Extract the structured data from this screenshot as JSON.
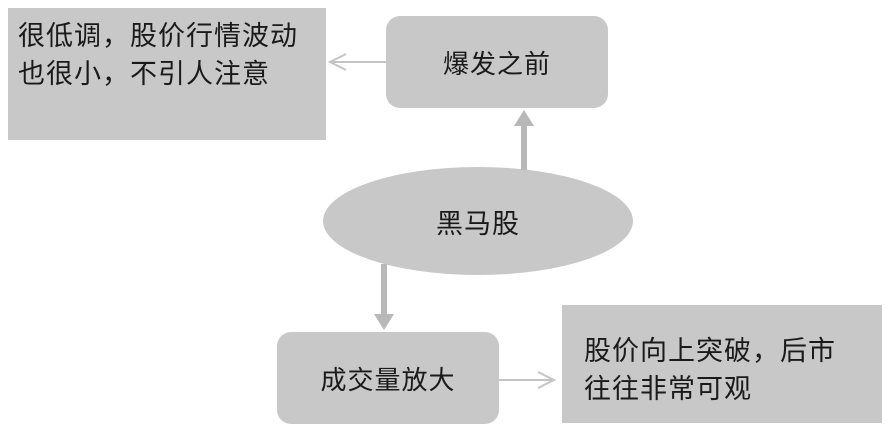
{
  "diagram": {
    "center": {
      "label": "黑马股"
    },
    "top_node": {
      "label": "爆发之前"
    },
    "top_note": {
      "line1": "很低调，股价行情波动",
      "line2": "也很小，不引人注意"
    },
    "bottom_node": {
      "label": "成交量放大"
    },
    "bottom_note": {
      "line1": "股价向上突破，后市",
      "line2": "往往非常可观"
    }
  },
  "colors": {
    "box_fill": "#c8c8c8",
    "arrow": "#b8b8b8",
    "text": "#1a1a1a"
  }
}
